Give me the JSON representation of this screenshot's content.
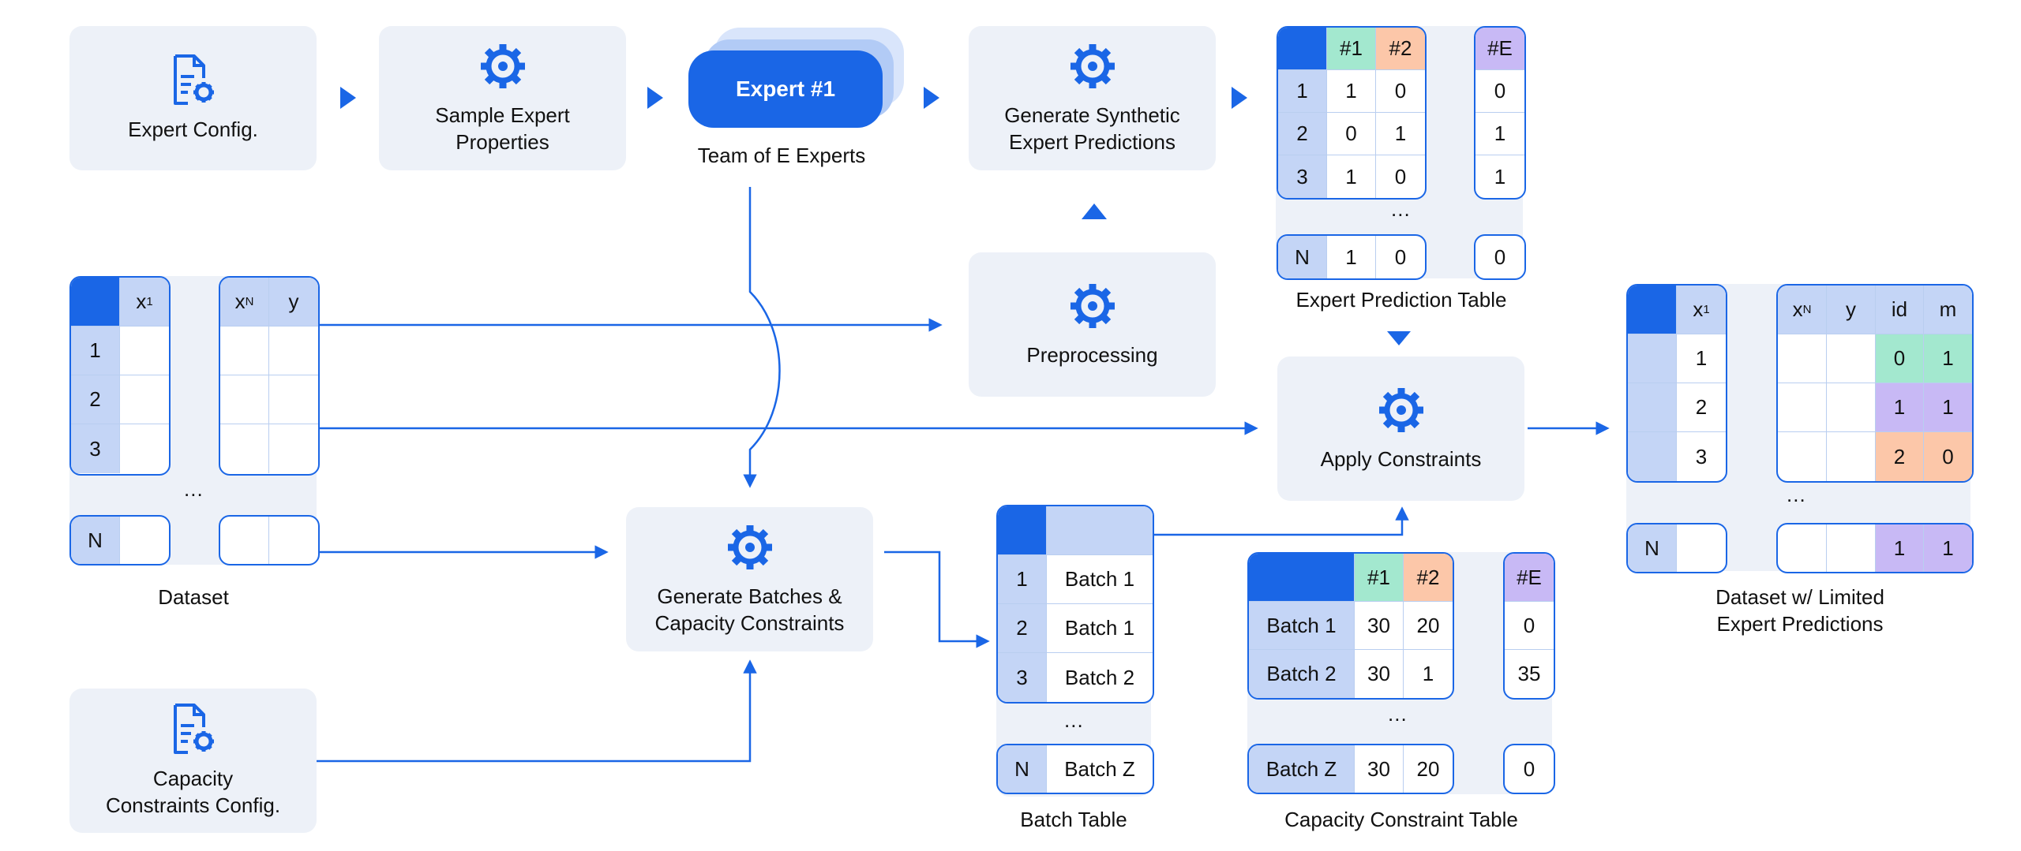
{
  "colors": {
    "primary": "#1a66e6",
    "light": "#c4d5f6",
    "panel": "#edf1f8",
    "green": "#a3e8cf",
    "orange": "#fcc7a9",
    "purple": "#c8b9f5"
  },
  "nodes": {
    "expert_config": {
      "label": "Expert Config.",
      "icon": "document-gear-icon"
    },
    "sample_expert_properties": {
      "line1": "Sample Expert",
      "line2": "Properties",
      "icon": "gear-icon"
    },
    "team": {
      "badge": "Expert #1",
      "caption": "Team of E Experts"
    },
    "generate_synthetic": {
      "line1": "Generate Synthetic",
      "line2": "Expert Predictions",
      "icon": "gear-icon"
    },
    "preprocessing": {
      "label": "Preprocessing",
      "icon": "gear-icon"
    },
    "apply_constraints": {
      "label": "Apply Constraints",
      "icon": "gear-icon"
    },
    "generate_batches": {
      "line1": "Generate Batches &",
      "line2": "Capacity Constraints",
      "icon": "gear-icon"
    },
    "capacity_config": {
      "line1": "Capacity",
      "line2": "Constraints Config.",
      "icon": "document-gear-icon"
    }
  },
  "dataset": {
    "caption": "Dataset",
    "col_x1": "x",
    "col_x1_sub": "1",
    "col_xn": "x",
    "col_xn_sub": "N",
    "col_y": "y",
    "rows": [
      "1",
      "2",
      "3"
    ],
    "ellipsis": "...",
    "last_row": "N"
  },
  "expert_table": {
    "caption": "Expert Prediction Table",
    "headers": [
      "#1",
      "#2",
      "#E"
    ],
    "rows": [
      {
        "id": "1",
        "c1": "1",
        "c2": "0",
        "ce": "0"
      },
      {
        "id": "2",
        "c1": "0",
        "c2": "1",
        "ce": "1"
      },
      {
        "id": "3",
        "c1": "1",
        "c2": "0",
        "ce": "1"
      }
    ],
    "ellipsis": "...",
    "last": {
      "id": "N",
      "c1": "1",
      "c2": "0",
      "ce": "0"
    }
  },
  "batch_table": {
    "caption": "Batch Table",
    "rows": [
      {
        "id": "1",
        "batch": "Batch 1"
      },
      {
        "id": "2",
        "batch": "Batch 1"
      },
      {
        "id": "3",
        "batch": "Batch 2"
      }
    ],
    "ellipsis": "...",
    "last": {
      "id": "N",
      "batch": "Batch Z"
    }
  },
  "capacity_table": {
    "caption": "Capacity Constraint Table",
    "headers": [
      "#1",
      "#2",
      "#E"
    ],
    "rows": [
      {
        "batch": "Batch 1",
        "c1": "30",
        "c2": "20",
        "ce": "0"
      },
      {
        "batch": "Batch 2",
        "c1": "30",
        "c2": "1",
        "ce": "35"
      }
    ],
    "ellipsis": "...",
    "last": {
      "batch": "Batch Z",
      "c1": "30",
      "c2": "20",
      "ce": "0"
    }
  },
  "final_table": {
    "caption_line1": "Dataset w/ Limited",
    "caption_line2": "Expert Predictions",
    "col_x1": "x",
    "col_x1_sub": "1",
    "col_xn": "x",
    "col_xn_sub": "N",
    "col_y": "y",
    "col_id": "id",
    "col_m": "m",
    "rows": [
      {
        "id_row": "1",
        "id": "0",
        "m": "1"
      },
      {
        "id_row": "2",
        "id": "1",
        "m": "1"
      },
      {
        "id_row": "3",
        "id": "2",
        "m": "0"
      }
    ],
    "ellipsis": "...",
    "last": {
      "id_row": "N",
      "id": "1",
      "m": "1"
    }
  }
}
